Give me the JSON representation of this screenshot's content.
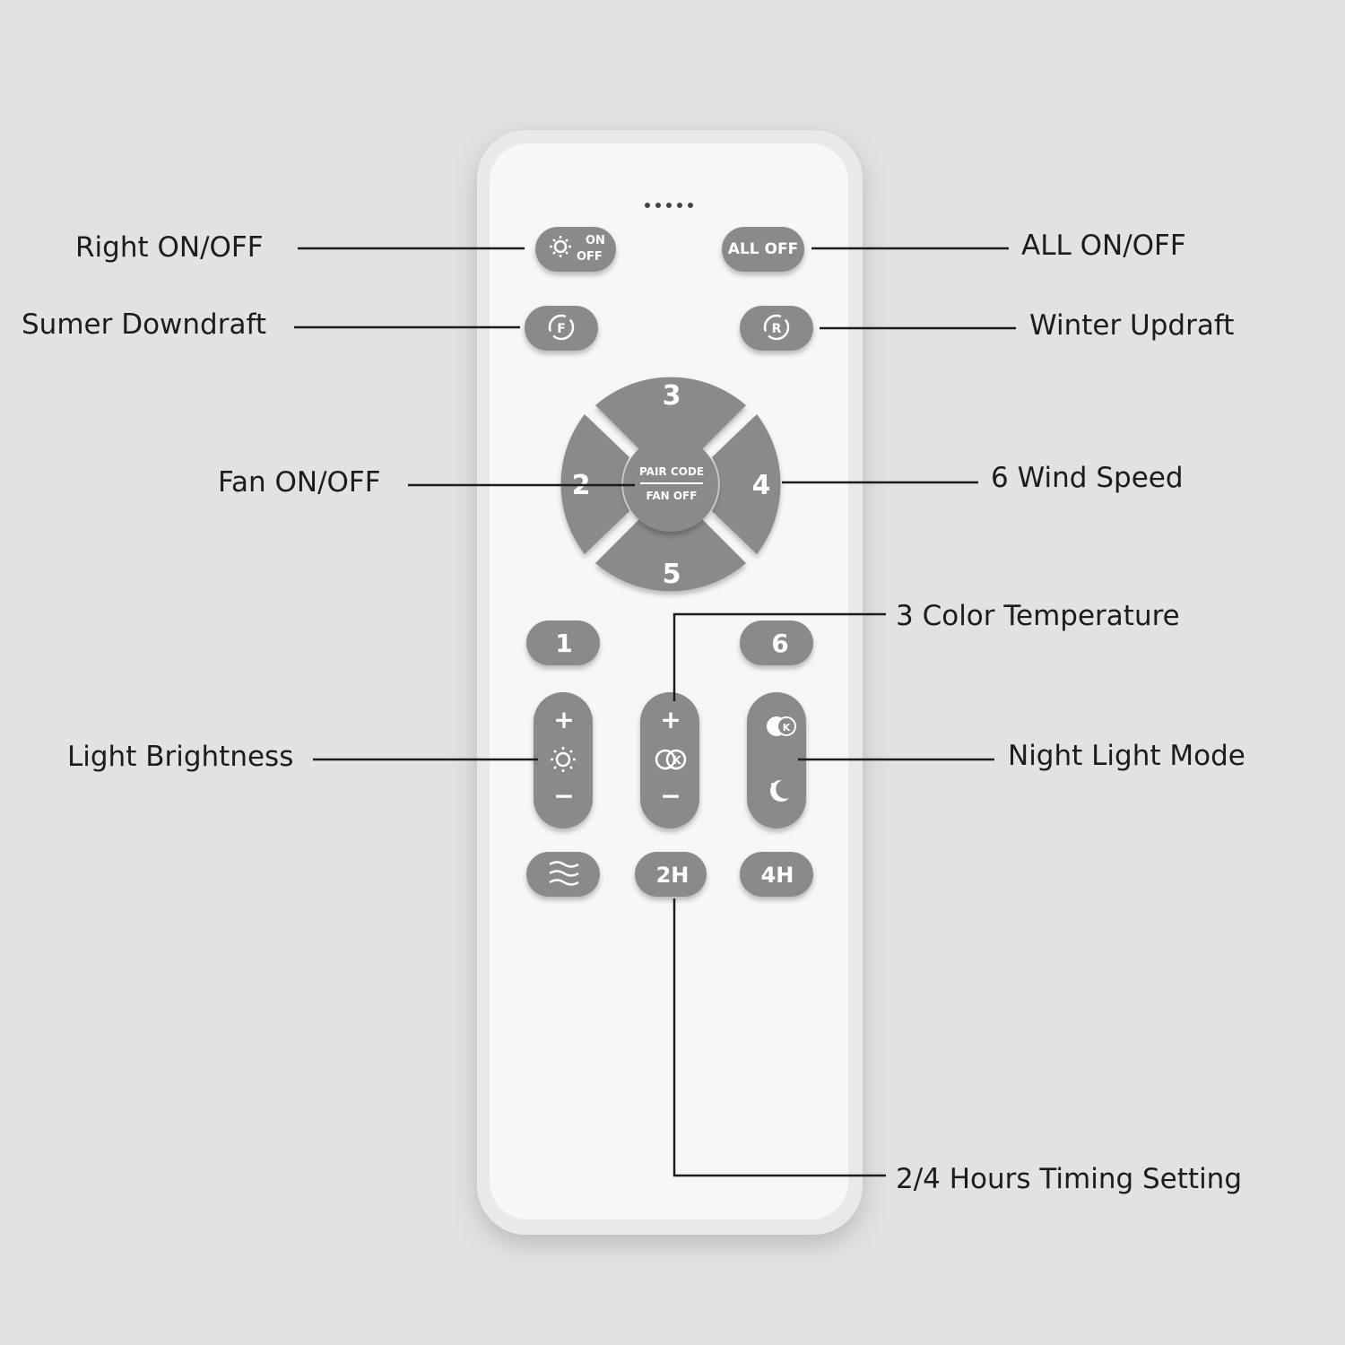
{
  "callouts": {
    "right_on_off": "Right ON/OFF",
    "all_on_off": "ALL ON/OFF",
    "sumer_downdraft": "Sumer Downdraft",
    "winter_updraft": "Winter Updraft",
    "fan_on_off": "Fan ON/OFF",
    "wind_speed": "6 Wind Speed",
    "color_temperature": "3 Color Temperature",
    "light_brightness": "Light Brightness",
    "night_light_mode": "Night Light Mode",
    "timing_setting": "2/4 Hours Timing Setting"
  },
  "remote": {
    "on_label": "ON",
    "off_label": "OFF",
    "all_off_label": "ALL OFF",
    "downdraft_letter": "F",
    "updraft_letter": "R",
    "pair_code_label": "PAIR CODE",
    "fan_off_label": "FAN OFF",
    "speed_1": "1",
    "speed_2": "2",
    "speed_3": "3",
    "speed_4": "4",
    "speed_5": "5",
    "speed_6": "6",
    "plus": "+",
    "minus": "−",
    "kelvin_letter": "K",
    "timer_2h": "2H",
    "timer_4h": "4H"
  },
  "colors": {
    "background": "#e2e2e2",
    "remote_body": "#f4f4f4",
    "button_gray": "#8a8a8a",
    "label_text": "#1c1c1c"
  },
  "icons": [
    "sun-icon",
    "fan-direction-icon",
    "kelvin-icon",
    "moon-icon",
    "breeze-icon",
    "led-dots-icon"
  ]
}
